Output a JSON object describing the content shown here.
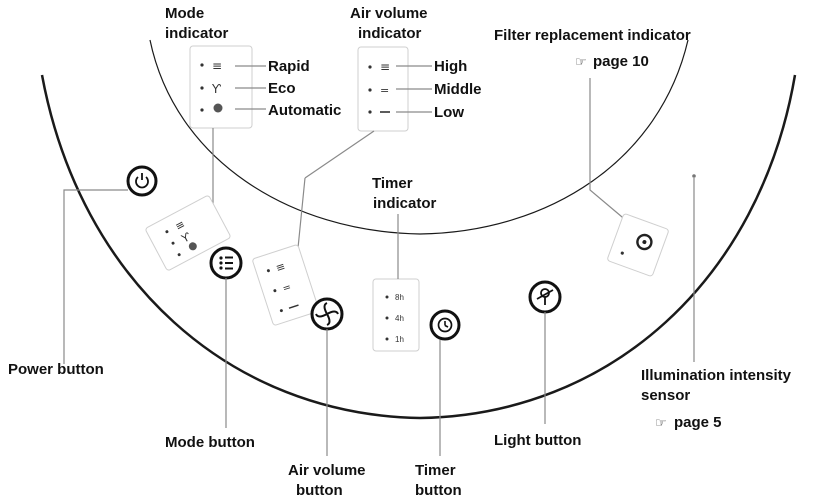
{
  "labels": {
    "mode_indicator": [
      "Mode",
      "indicator"
    ],
    "air_volume_indicator": [
      "Air volume",
      "indicator"
    ],
    "filter_indicator": "Filter replacement indicator",
    "filter_page": "page 10",
    "timer_indicator": [
      "Timer",
      "indicator"
    ],
    "power_button": "Power button",
    "mode_button": "Mode button",
    "air_volume_button": [
      "Air volume",
      "button"
    ],
    "timer_button": [
      "Timer",
      "button"
    ],
    "light_button": "Light button",
    "illumination_sensor": [
      "Illumination intensity",
      "sensor"
    ],
    "illumination_page": "page 5"
  },
  "modes": [
    "Rapid",
    "Eco",
    "Automatic"
  ],
  "air_volumes": [
    "High",
    "Middle",
    "Low"
  ],
  "timer_values": [
    "8h",
    "4h",
    "1h"
  ],
  "icons": {
    "page_ref": "pointing-hand-icon",
    "power": "power-icon",
    "mode": "mode-icon",
    "fan": "fan-icon",
    "timer": "clock-icon",
    "light": "light-icon",
    "filter": "filter-icon"
  }
}
